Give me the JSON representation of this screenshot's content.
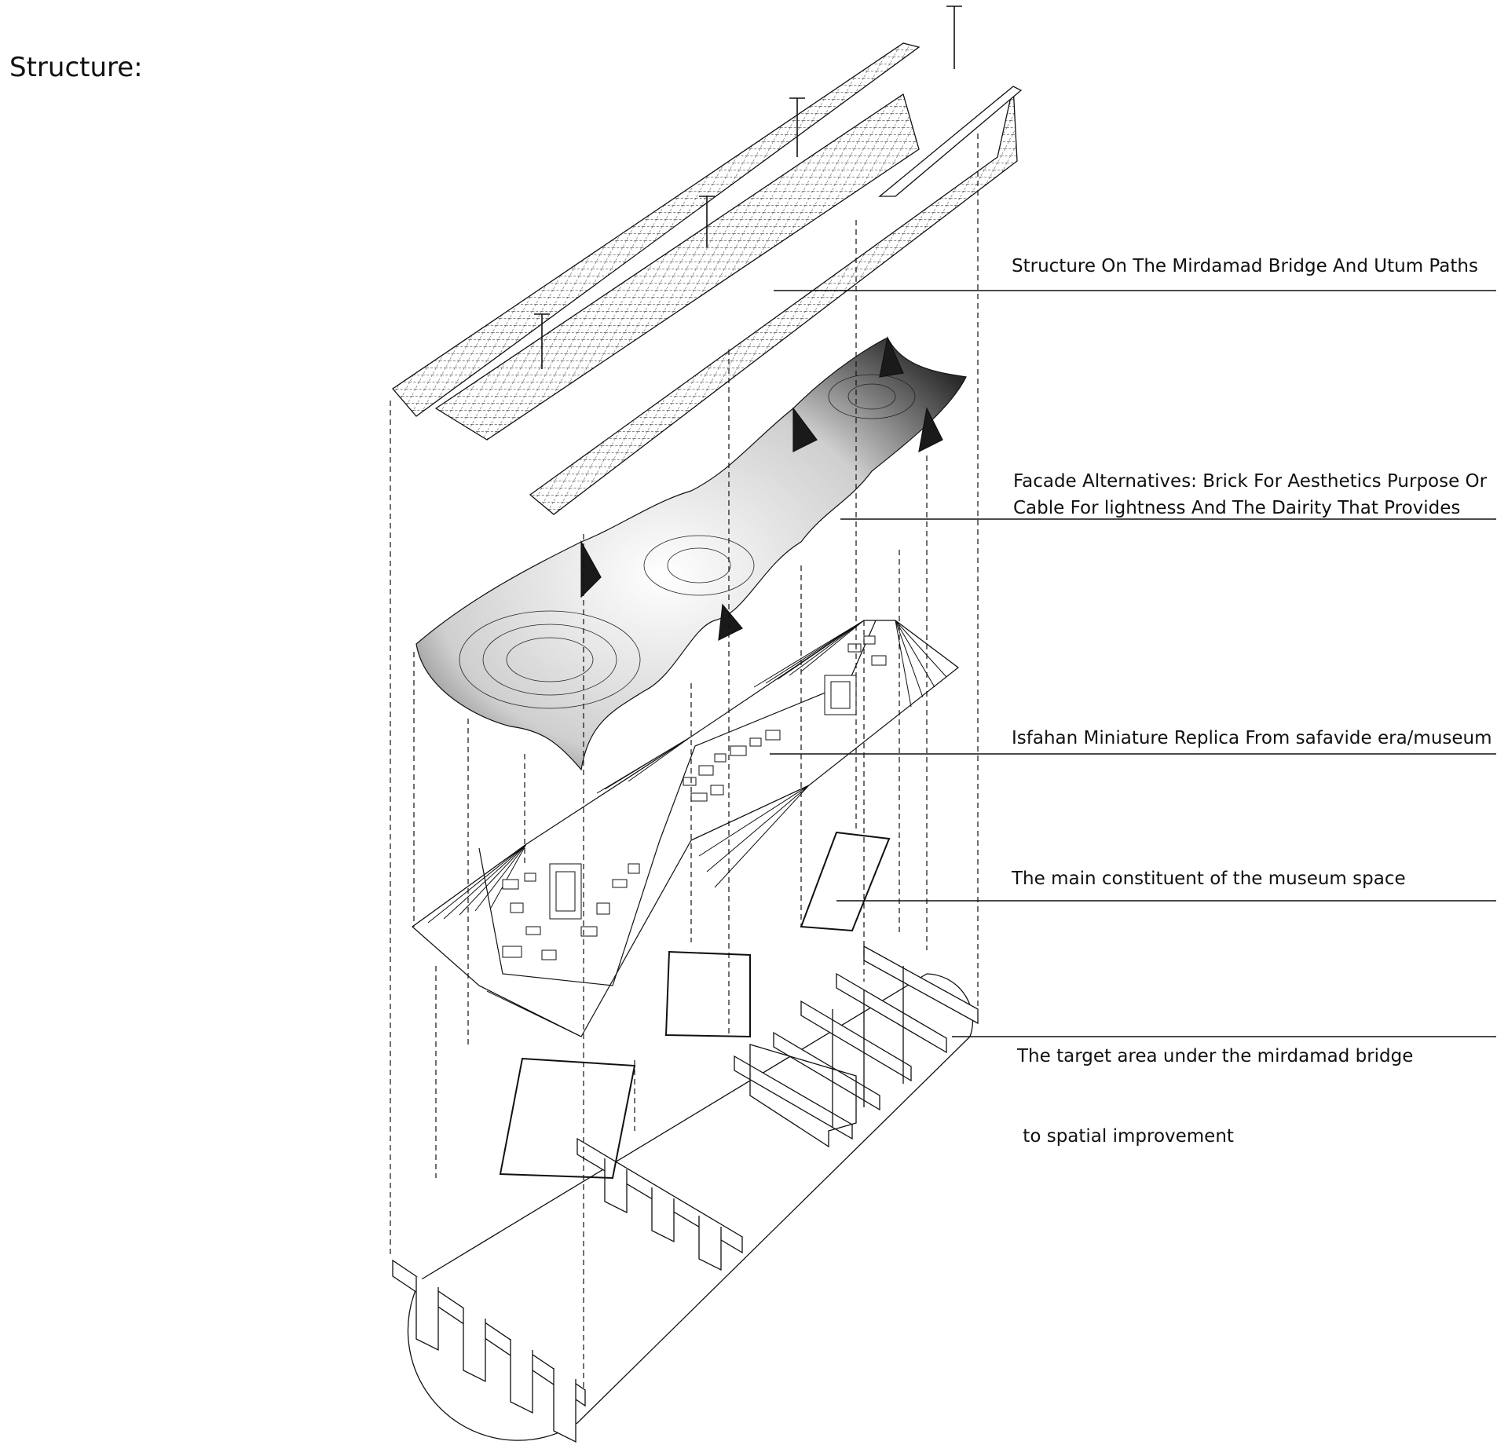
{
  "title": "Structure:",
  "labels": [
    {
      "id": "bridge",
      "lines": [
        "Structure On The Mirdamad Bridge And Utum Paths"
      ]
    },
    {
      "id": "facade",
      "lines": [
        "Facade Alternatives: Brick For Aesthetics Purpose Or",
        "Cable For lightness And The Dairity That Provides"
      ]
    },
    {
      "id": "replica",
      "lines": [
        "Isfahan Miniature Replica From safavide era/museum"
      ]
    },
    {
      "id": "museum",
      "lines": [
        "The main constituent of the museum space"
      ]
    },
    {
      "id": "target",
      "lines": [
        "The target area under the mirdamad bridge",
        " to spatial improvement"
      ]
    }
  ]
}
